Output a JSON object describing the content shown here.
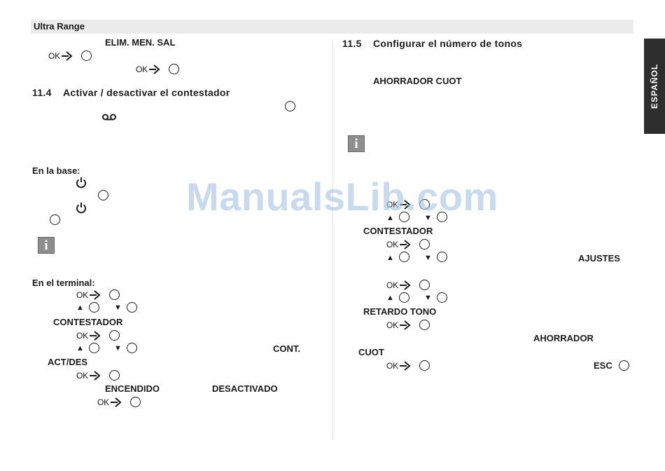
{
  "header": {
    "title": "Ultra Range"
  },
  "language_tab": {
    "label": "ESPAÑOL"
  },
  "left_column": {
    "top_menu_path": "ELIM. MEN. SAL",
    "section_11_4": {
      "number": "11.4",
      "title": "Activar / desactivar el contestador"
    },
    "base_heading": "En la base:",
    "terminal_heading": "En el terminal:",
    "menu_contestador": "CONTESTADOR",
    "menu_cont": "CONT.",
    "menu_act_des": "ACT/DES",
    "option_encendido": "ENCENDIDO",
    "option_desactivado": "DESACTIVADO"
  },
  "right_column": {
    "section_11_5": {
      "number": "11.5",
      "title": "Configurar el número de tonos"
    },
    "ahorrador_cuot": "AHORRADOR CUOT",
    "menu_contestador": "CONTESTADOR",
    "menu_ajustes": "AJUSTES",
    "menu_retardo_tono": "RETARDO TONO",
    "option_ahorrador": "AHORRADOR",
    "option_cuot": "CUOT",
    "key_esc": "ESC"
  },
  "keys": {
    "ok": "OK",
    "up": "▲",
    "down": "▼"
  },
  "watermark": "ManualsLib.com",
  "icons": [
    "ok-arrow-icon",
    "softkey-circle-icon",
    "power-icon",
    "voicemail-icon",
    "info-icon",
    "up-triangle-icon",
    "down-triangle-icon"
  ]
}
